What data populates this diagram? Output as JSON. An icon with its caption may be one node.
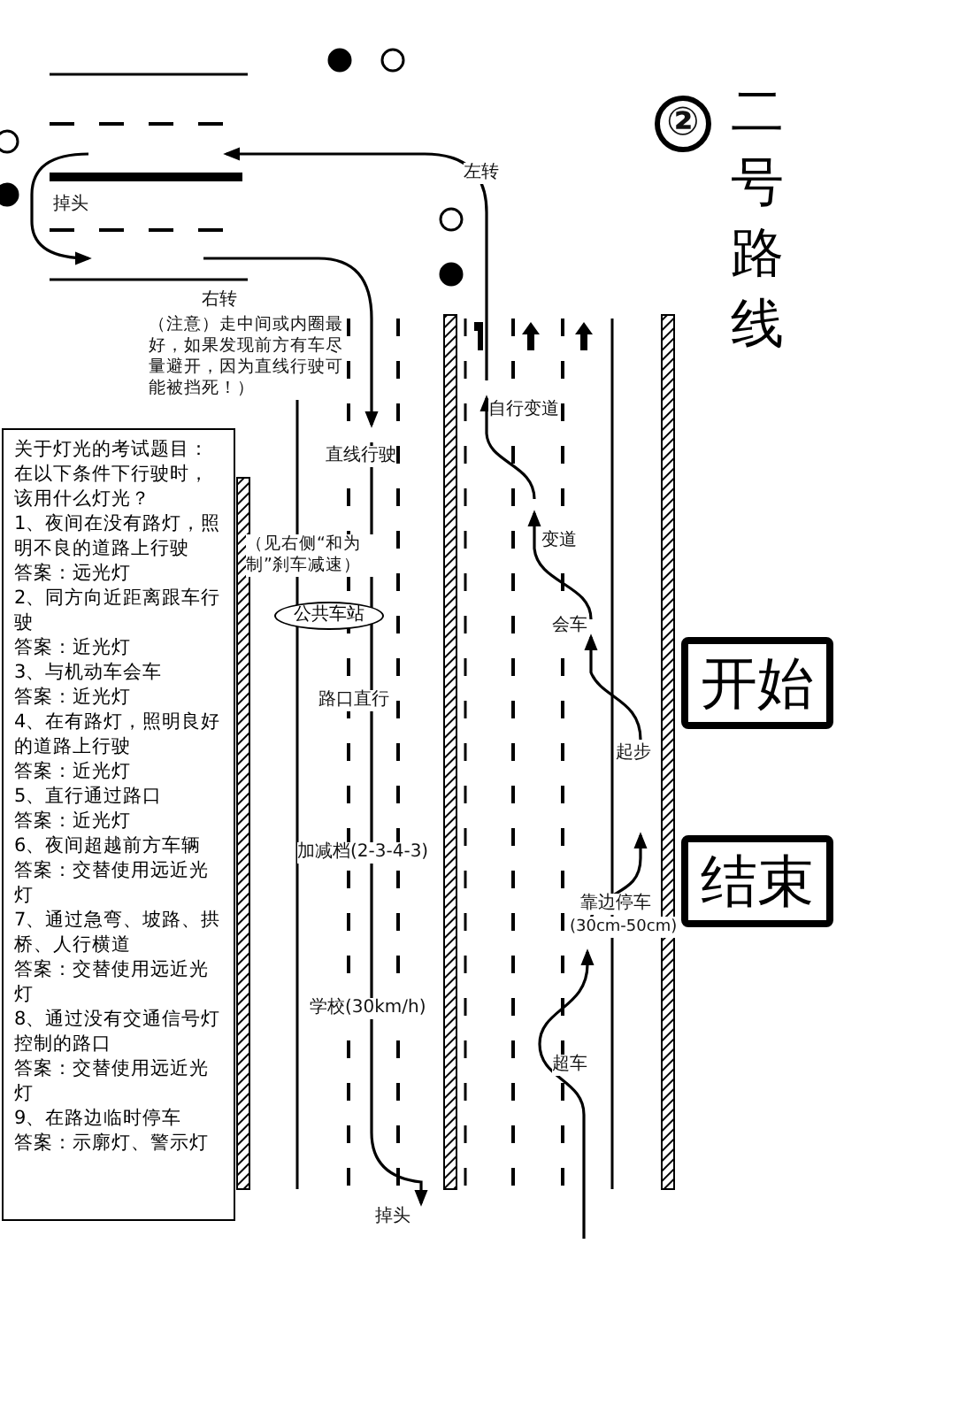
{
  "diagram": {
    "title": "二号路线",
    "nodes": [
      {
        "text": [
          "关于灯光的考试题目：在以下条件下行驶时，该用什么灯光？",
          "1、夜间在没有路灯，照明不良的道路上行驶",
          "答案：远光灯",
          "2、同方向近距离跟车行驶",
          "答案：近光灯",
          "3、与机动车会车",
          "答案：近光灯",
          "4、在有路灯，照明良好的道路上行驶",
          "答案：近光灯",
          "5、直行通过路口",
          "答案：近光灯",
          "6、夜间超越前方车辆",
          "答案：交替使用远近光灯",
          "7、通过急弯、坡路、拱桥、人行横道",
          "答案：交替使用远近光灯",
          "8、通过没有交通信号灯控制的路口",
          "答案：交替使用远近光灯",
          "9、在路边临时停车",
          "答案：示廓灯、警示灯"
        ]
      },
      {
        "text": [
          "公共车站"
        ]
      },
      {
        "text": [
          "开始"
        ]
      },
      {
        "text": [
          "结束"
        ]
      }
    ],
    "labels": [
      "②",
      "左转",
      "掉头",
      "右转",
      "（注意）走中间或内圈最好，如果发现前方有车尽量避开，因为直线行驶可能被挡死！）",
      "直线行驶",
      "自行变道",
      "变道",
      "（见右侧“和为制”刹车减速）",
      "会车",
      "起步",
      "路口直行",
      "加减档(2-3-4-3)",
      "靠边停车",
      "(30cm-50cm)",
      "学校(30km/h)",
      "超车",
      "掉头"
    ]
  }
}
